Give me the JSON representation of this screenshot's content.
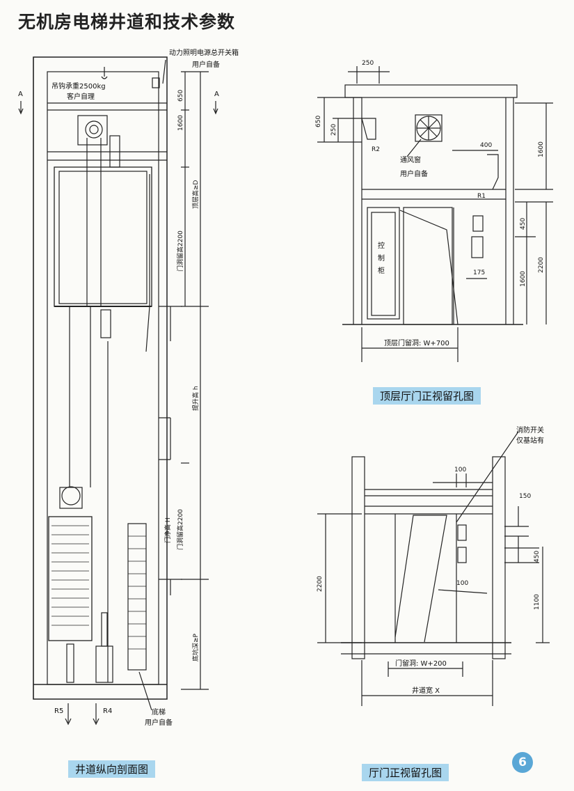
{
  "title": "无机房电梯井道和技术参数",
  "left": {
    "main_switch": "动力照明电源总开关箱",
    "user_supplied_1": "用户自备",
    "hook_load": "吊钩承重2500kg",
    "customer_handles": "客户自理",
    "section_mark": "A",
    "dim_650": "650",
    "dim_1600": "1600",
    "top_height": "顶层高≥D",
    "door_opening": "门洞留高2200",
    "travel_height": "提升高 h",
    "door_clear": "门净高 H",
    "door_opening_2": "门洞留高2200",
    "pit_depth": "底坑深≥P",
    "r5": "R5",
    "r4": "R4",
    "ladder": "底梯",
    "user_supplied_2": "用户自备",
    "caption": "井道纵向剖面图"
  },
  "top_right": {
    "dim_250_top": "250",
    "dim_650": "650",
    "dim_250_side": "250",
    "r2": "R2",
    "vent": "通风窗",
    "user_supplied": "用户自备",
    "dim_400": "400",
    "dim_1600_right": "1600",
    "r1": "R1",
    "cabinet": [
      "控",
      "制",
      "柜"
    ],
    "dim_450": "450",
    "dim_175": "175",
    "dim_1600": "1600",
    "dim_2200": "2200",
    "opening": "顶层门留洞: W+700",
    "caption": "顶层厅门正视留孔图"
  },
  "bottom_right": {
    "fire_switch": "消防开关",
    "base_only": "仅基站有",
    "dim_100_top": "100",
    "dim_150": "150",
    "dim_450": "450",
    "dim_100_mid": "100",
    "dim_2200": "2200",
    "dim_1100": "1100",
    "opening": "门留洞: W+200",
    "shaft_width": "井道宽 X",
    "caption": "厅门正视留孔图"
  },
  "page_number": "6"
}
